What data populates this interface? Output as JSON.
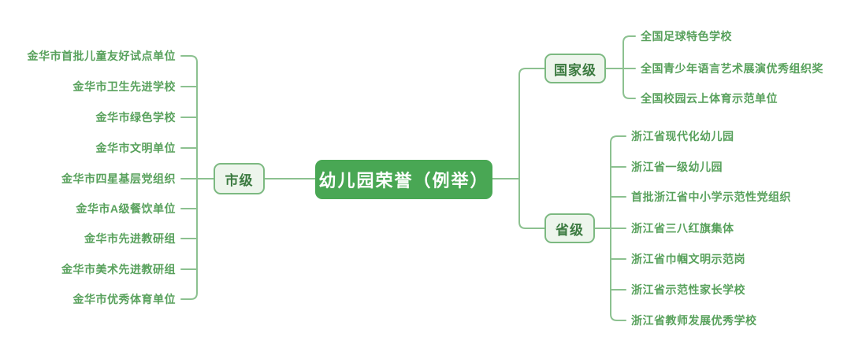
{
  "diagram": {
    "central": {
      "label": "幼儿园荣誉（例举）"
    },
    "branches": {
      "municipal": {
        "label": "市级",
        "items": [
          "金华市首批儿童友好试点单位",
          "金华市卫生先进学校",
          "金华市绿色学校",
          "金华市文明单位",
          "金华市四星基层党组织",
          "金华市A级餐饮单位",
          "金华市先进教研组",
          "金华市美术先进教研组",
          "金华市优秀体育单位"
        ]
      },
      "national": {
        "label": "国家级",
        "items": [
          "全国足球特色学校",
          "全国青少年语言艺术展演优秀组织奖",
          "全国校园云上体育示范单位"
        ]
      },
      "provincial": {
        "label": "省级",
        "items": [
          "浙江省现代化幼儿园",
          "浙江省一级幼儿园",
          "首批浙江省中小学示范性党组织",
          "浙江省三八红旗集体",
          "浙江省巾帼文明示范岗",
          "浙江省示范性家长学校",
          "浙江省教师发展优秀学校"
        ]
      }
    },
    "colors": {
      "central_bg": "#49a754",
      "central_text": "#ffffff",
      "node_fill": "#edf5ec",
      "node_border": "#7cb981",
      "node_text": "#3b7a40",
      "leaf_text": "#58a15c",
      "line": "#8cc190",
      "background": "#ffffff"
    }
  }
}
